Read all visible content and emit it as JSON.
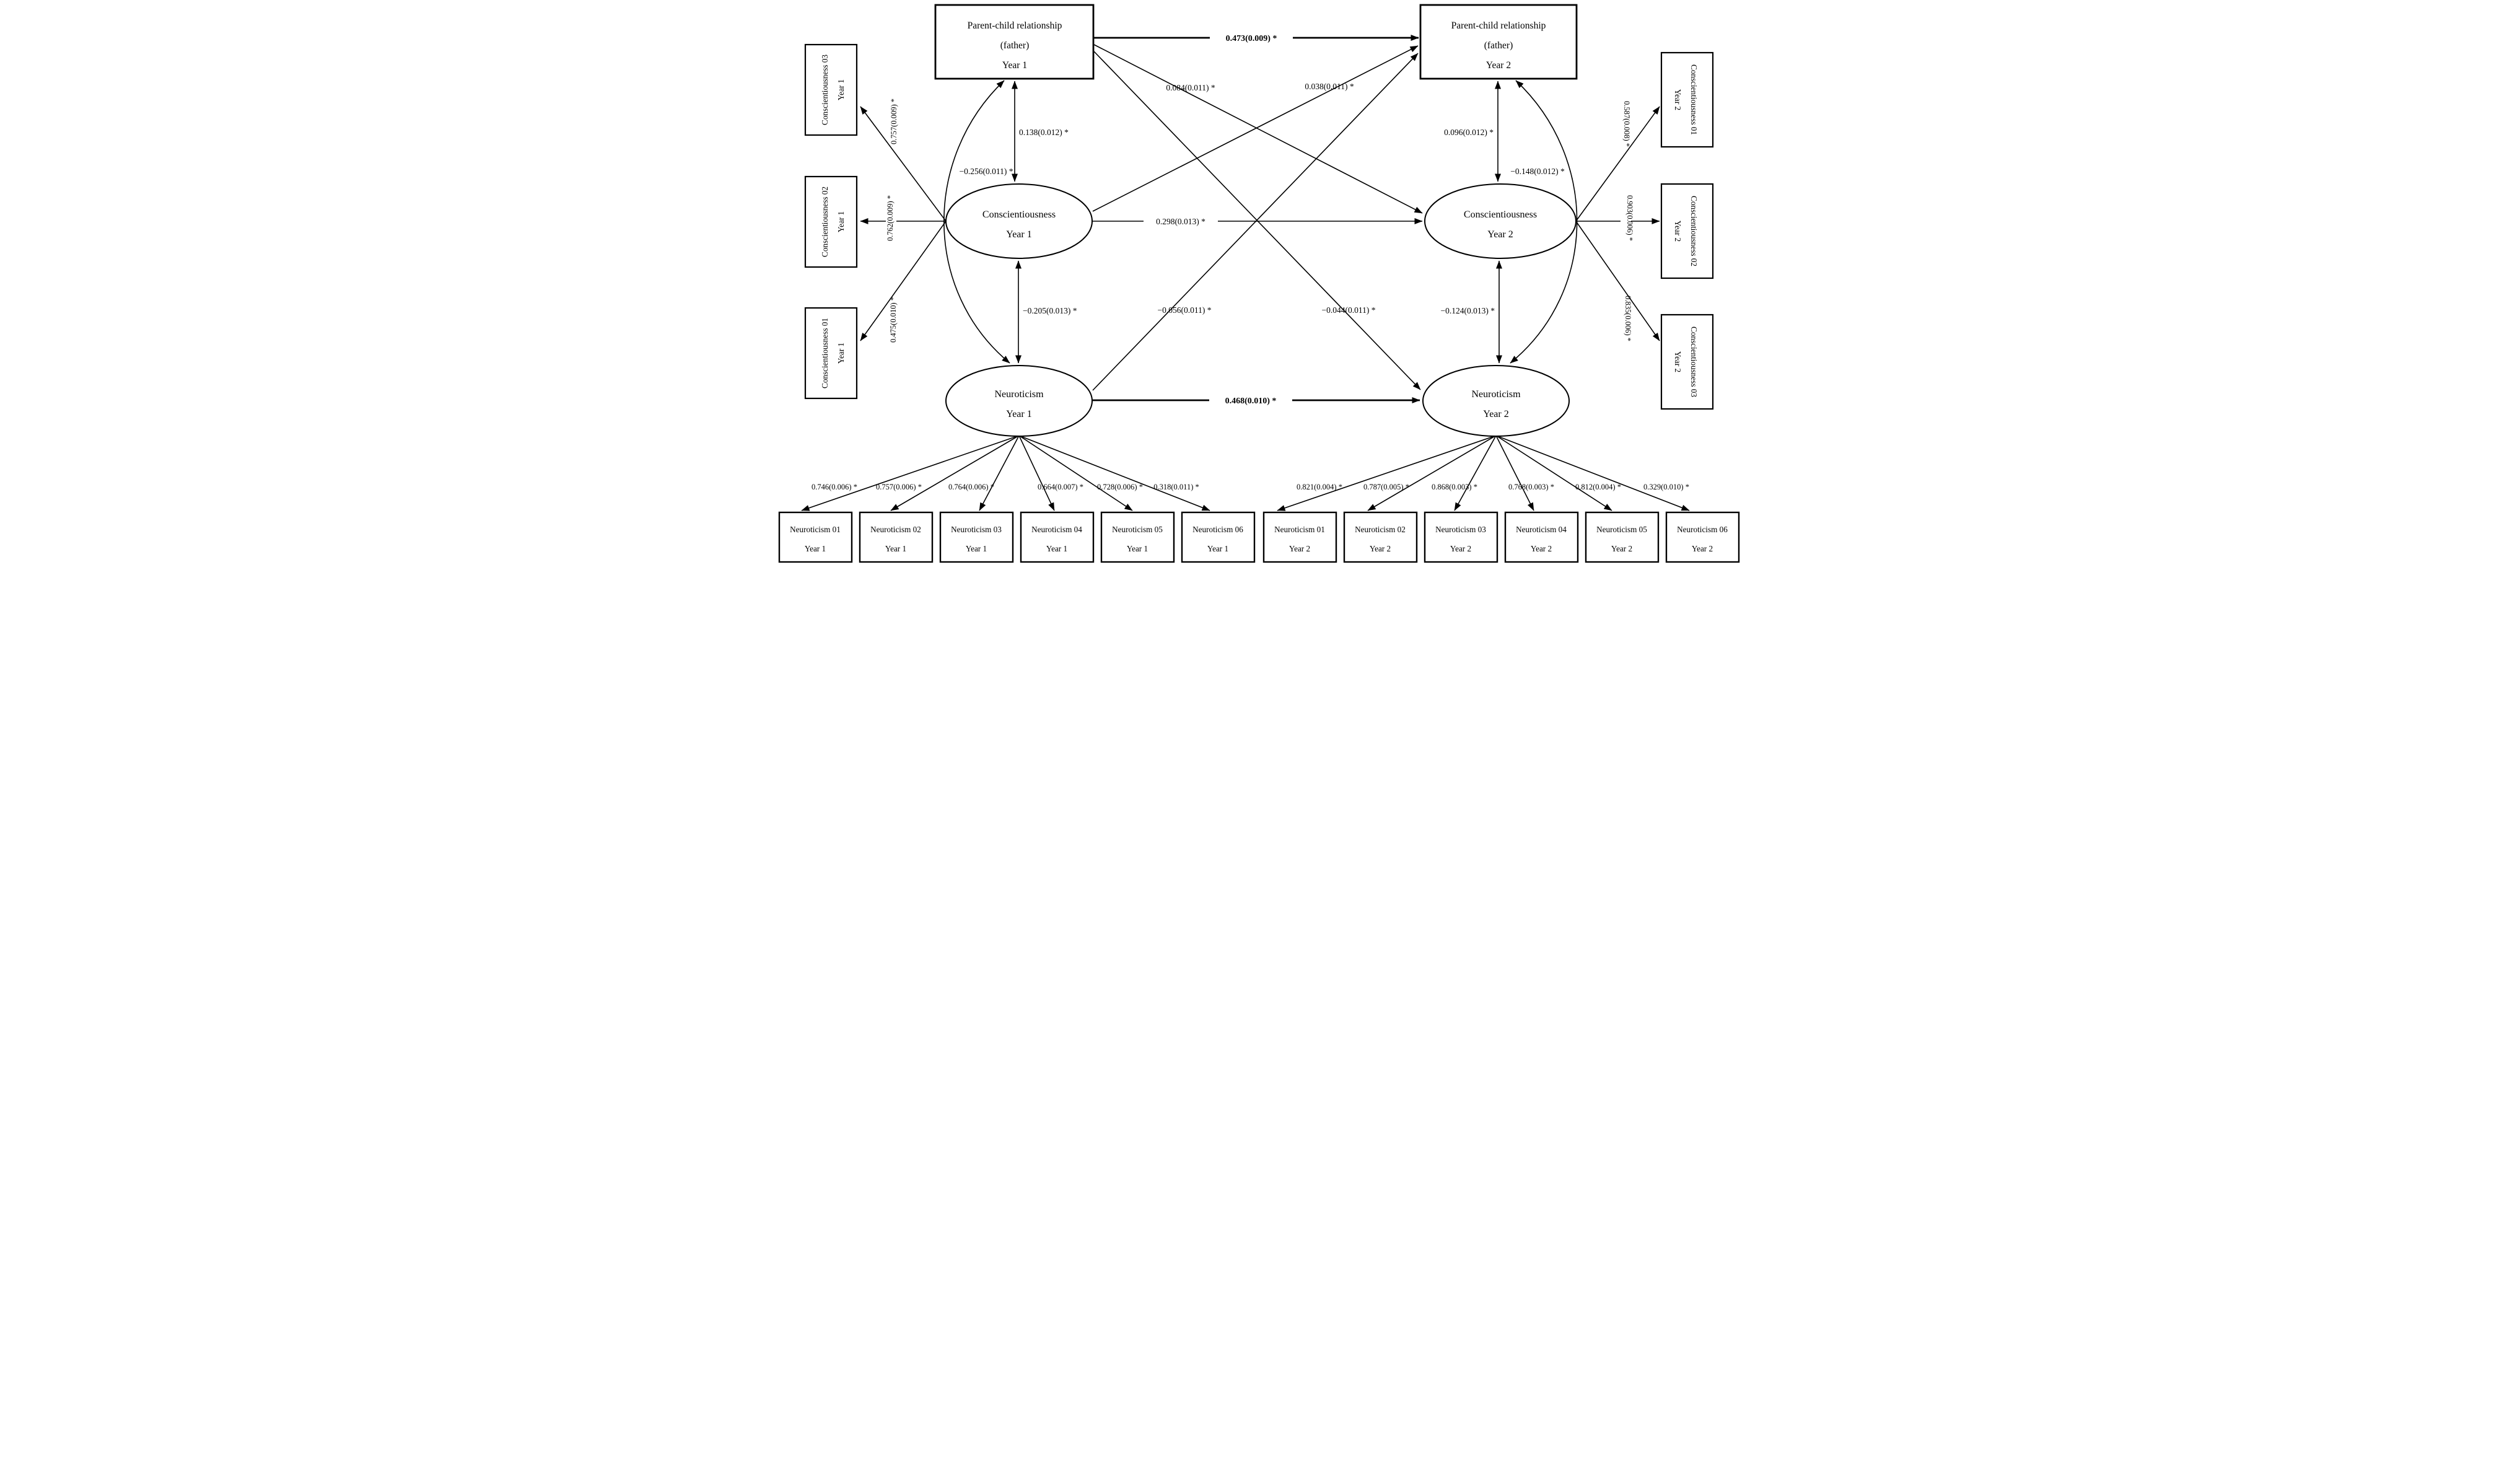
{
  "figure": {
    "type": "sem-cross-lagged-path-diagram",
    "background_color": "#ffffff",
    "line_color": "#000000",
    "nodes": {
      "pcr_y1": {
        "line1": "Parent-child relationship",
        "line2": "(father)",
        "line3": "Year 1"
      },
      "pcr_y2": {
        "line1": "Parent-child relationship",
        "line2": "(father)",
        "line3": "Year 2"
      },
      "consc_y1": {
        "line1": "Conscientiousness",
        "line2": "Year 1"
      },
      "consc_y2": {
        "line1": "Conscientiousness",
        "line2": "Year 2"
      },
      "neuro_y1": {
        "line1": "Neuroticism",
        "line2": "Year 1"
      },
      "neuro_y2": {
        "line1": "Neuroticism",
        "line2": "Year 2"
      }
    },
    "indicators": {
      "consc_y1": [
        {
          "name": "Conscientiousness 03",
          "year": "Year 1",
          "loading": "0.757(0.009) *"
        },
        {
          "name": "Conscientiousness 02",
          "year": "Year 1",
          "loading": "0.762(0.009) *"
        },
        {
          "name": "Conscientiousness 01",
          "year": "Year 1",
          "loading": "0.475(0.010) *"
        }
      ],
      "consc_y2": [
        {
          "name": "Conscientiousness 01",
          "year": "Year 2",
          "loading": "0.587(0.008) *"
        },
        {
          "name": "Conscientiousness 02",
          "year": "Year 2",
          "loading": "0.903(0.006) *"
        },
        {
          "name": "Conscientiousness 03",
          "year": "Year 2",
          "loading": "0.835(0.006) *"
        }
      ],
      "neuro_y1": [
        {
          "name": "Neuroticism 01",
          "year": "Year 1",
          "loading": "0.746(0.006) *"
        },
        {
          "name": "Neuroticism 02",
          "year": "Year 1",
          "loading": "0.757(0.006) *"
        },
        {
          "name": "Neuroticism 03",
          "year": "Year 1",
          "loading": "0.764(0.006) *"
        },
        {
          "name": "Neuroticism 04",
          "year": "Year 1",
          "loading": "0.664(0.007) *"
        },
        {
          "name": "Neuroticism 05",
          "year": "Year 1",
          "loading": "0.728(0.006) *"
        },
        {
          "name": "Neuroticism 06",
          "year": "Year 1",
          "loading": "0.318(0.011) *"
        }
      ],
      "neuro_y2": [
        {
          "name": "Neuroticism 01",
          "year": "Year 2",
          "loading": "0.821(0.004) *"
        },
        {
          "name": "Neuroticism 02",
          "year": "Year 2",
          "loading": "0.787(0.005) *"
        },
        {
          "name": "Neuroticism 03",
          "year": "Year 2",
          "loading": "0.868(0.003) *"
        },
        {
          "name": "Neuroticism 04",
          "year": "Year 2",
          "loading": "0.768(0.003) *"
        },
        {
          "name": "Neuroticism 05",
          "year": "Year 2",
          "loading": "0.812(0.004) *"
        },
        {
          "name": "Neuroticism 06",
          "year": "Year 2",
          "loading": "0.329(0.010) *"
        }
      ]
    },
    "paths": {
      "pcr_stability": {
        "label": "0.473(0.009) *",
        "bold": true
      },
      "consc_stability": {
        "label": "0.298(0.013) *",
        "bold": false
      },
      "neuro_stability": {
        "label": "0.468(0.010) *",
        "bold": true
      },
      "pcr1_to_consc2": {
        "label": "0.084(0.011) *",
        "bold": false
      },
      "consc1_to_pcr2": {
        "label": "0.038(0.011) *",
        "bold": false
      },
      "pcr1_to_neuro2": {
        "label": "−0.044(0.011) *",
        "bold": false
      },
      "neuro1_to_pcr2": {
        "label": "−0.056(0.011) *",
        "bold": false
      }
    },
    "covariances": {
      "pcr1_consc1": {
        "label": "0.138(0.012) *"
      },
      "consc1_neuro1": {
        "label": "−0.205(0.013) *"
      },
      "pcr1_neuro1": {
        "label": "−0.256(0.011) *"
      },
      "pcr2_consc2": {
        "label": "0.096(0.012) *"
      },
      "consc2_neuro2": {
        "label": "−0.124(0.013) *"
      },
      "pcr2_neuro2": {
        "label": "−0.148(0.012) *"
      }
    }
  }
}
